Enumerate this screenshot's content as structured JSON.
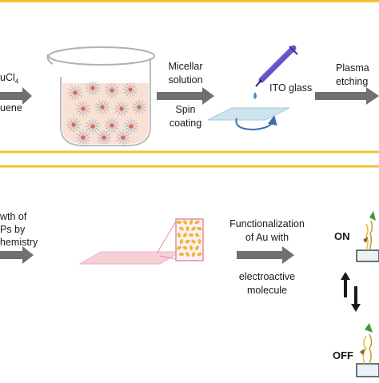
{
  "colors": {
    "panel_border": "#f2c230",
    "arrow": "#707070",
    "nanoparticle": "#e8604a",
    "micelle_strands": "#9aa8b0",
    "toluene": "#f7ddd0",
    "glass": "#cde4ef",
    "pink_glass": "#f6d0d6",
    "rotation_arrow": "#3c6fb0",
    "pipette": "#5a4ec0",
    "droplet": "#4a90c8",
    "gold": "#e8b93a",
    "green": "#3a9a3a"
  },
  "top_panel": {
    "reagent_line1": "uCl",
    "reagent_sub": "4",
    "reagent_line2": "uene",
    "step1_line1": "Micellar",
    "step1_line2": "solution",
    "step1_line3": "Spin",
    "step1_line4": "coating",
    "substrate_label": "ITO glass",
    "step2_line1": "Plasma",
    "step2_line2": "etching"
  },
  "bottom_panel": {
    "step3_line1": "wth of",
    "step3_line2": "Ps by",
    "step3_line3": "hemistry",
    "step4_line1": "Functionalization",
    "step4_line2": "of Au with",
    "step4_line3": "electroactive",
    "step4_line4": "molecule",
    "state_on": "ON",
    "state_off": "OFF"
  }
}
